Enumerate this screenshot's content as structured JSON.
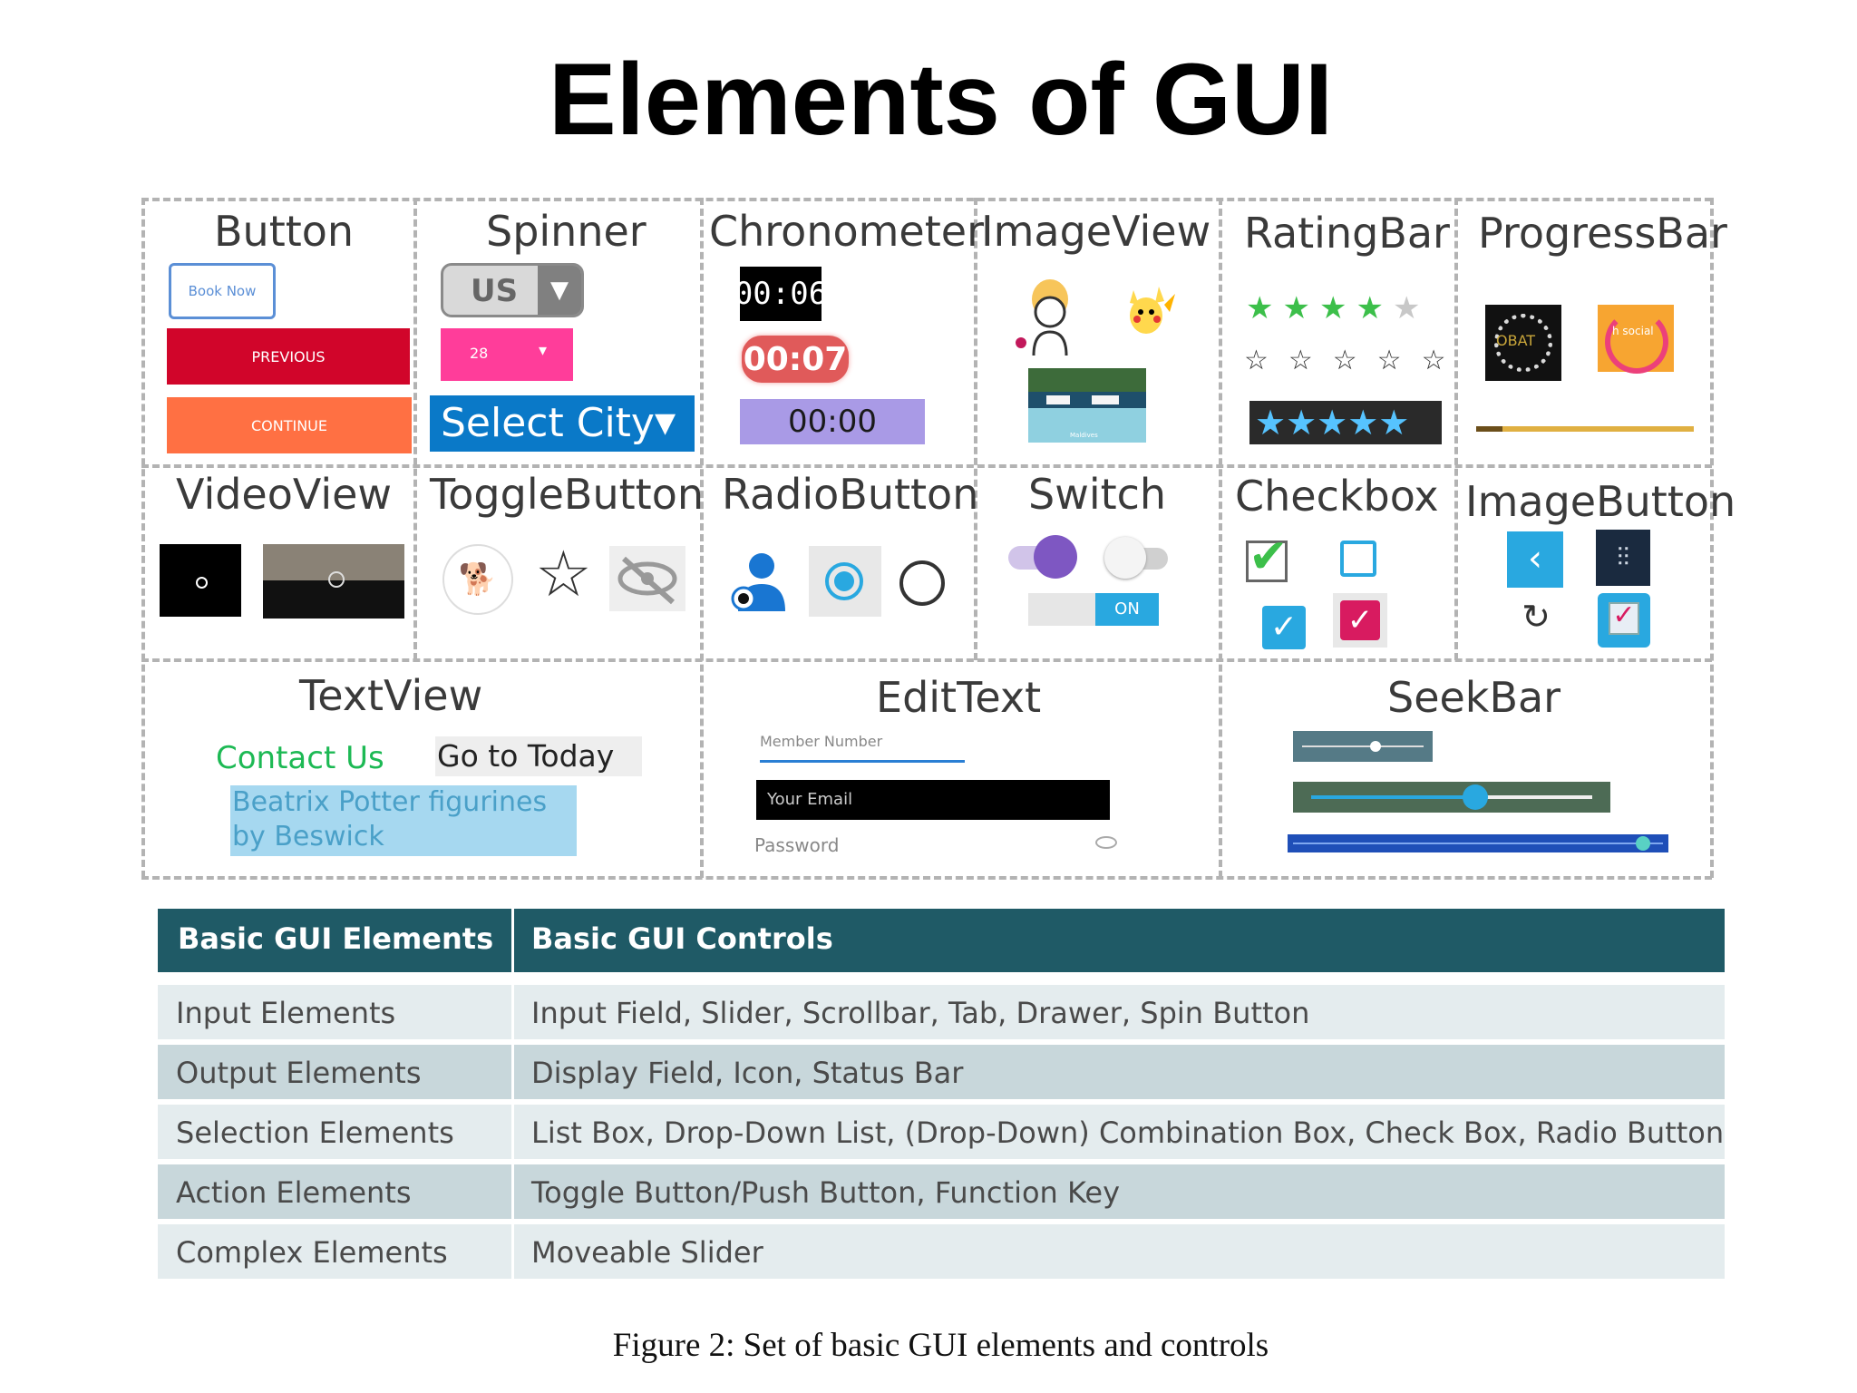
{
  "title": "Elements of GUI",
  "panel": {
    "cells": {
      "button": "Button",
      "spinner": "Spinner",
      "chronometer": "Chronometer",
      "imageview": "ImageView",
      "ratingbar": "RatingBar",
      "progressbar": "ProgressBar",
      "videoview": "VideoView",
      "togglebutton": "ToggleButton",
      "radiobutton": "RadioButton",
      "switch": "Switch",
      "checkbox": "Checkbox",
      "imagebutton": "ImageButton",
      "textview": "TextView",
      "edittext": "EditText",
      "seekbar": "SeekBar"
    },
    "button": {
      "book_now": "Book Now",
      "previous": "PREVIOUS",
      "continue": "CONTINUE"
    },
    "spinner": {
      "us": "US",
      "pink_value": "28",
      "city": "Select City"
    },
    "chronometer": {
      "t1": "00:06",
      "t2": "00:07",
      "t3": "00:00"
    },
    "imageview": {
      "thumb_label": "Maldives"
    },
    "progressbar": {
      "label_a": "OBAT",
      "label_b": "h social"
    },
    "switch": {
      "on_label": "ON"
    },
    "textview": {
      "contact": "Contact Us",
      "today": "Go to Today",
      "beatrix": "Beatrix Potter figurines by Beswick"
    },
    "edittext": {
      "member_placeholder": "Member Number",
      "email_placeholder": "Your Email",
      "password_placeholder": "Password"
    }
  },
  "table": {
    "headers": [
      "Basic GUI Elements",
      "Basic GUI Controls"
    ],
    "rows": [
      [
        "Input Elements",
        "Input Field, Slider, Scrollbar, Tab, Drawer, Spin Button"
      ],
      [
        "Output Elements",
        "Display Field, Icon, Status Bar"
      ],
      [
        "Selection Elements",
        "List Box, Drop-Down List, (Drop-Down) Combination Box, Check Box, Radio Button"
      ],
      [
        "Action Elements",
        "Toggle Button/Push Button, Function Key"
      ],
      [
        "Complex Elements",
        "Moveable Slider"
      ]
    ]
  },
  "caption": "Figure 2: Set of basic GUI elements and controls",
  "colors": {
    "header_bg": "#1f5a66",
    "row_light": "#e4ecee",
    "row_dark": "#c8d7db",
    "accent_blue": "#0a79c8",
    "red": "#d1052a",
    "orange": "#ff7043",
    "pink": "#ff3d9a",
    "green": "#1db954",
    "purple_switch": "#7e57c2"
  },
  "ratingbar": {
    "green_filled": 4,
    "green_total": 5
  },
  "progressbar": {
    "linear_fraction": 0.12
  },
  "seekbar": {
    "values": [
      0.6,
      0.58,
      0.95
    ]
  }
}
